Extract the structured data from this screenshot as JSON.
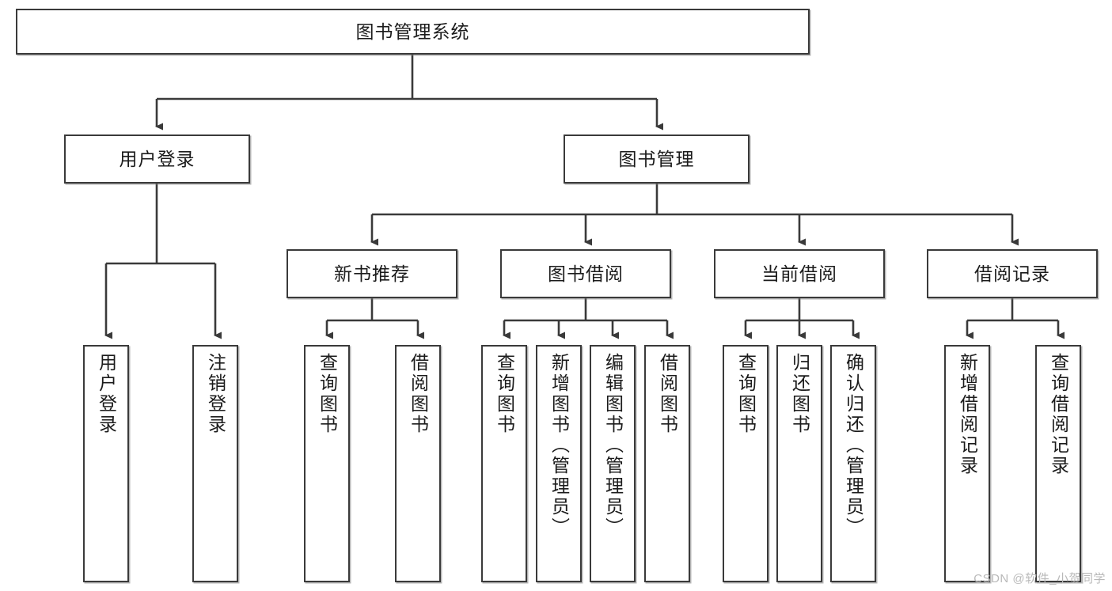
{
  "diagram": {
    "title": "图书管理系统",
    "watermark": "CSDN @软件_小贺同学",
    "line_color": "#3a3a3a",
    "box_fill": "#ffffff",
    "text_color": "#1b1b1b",
    "nodes": {
      "root": {
        "label": "图书管理系统"
      },
      "user_login": {
        "label": "用户登录"
      },
      "book_manage": {
        "label": "图书管理"
      },
      "new_book_rec": {
        "label": "新书推荐"
      },
      "book_borrow": {
        "label": "图书借阅"
      },
      "current_borrow": {
        "label": "当前借阅"
      },
      "borrow_record": {
        "label": "借阅记录"
      },
      "leaf_user_login": {
        "label": "用户登录"
      },
      "leaf_logout": {
        "label": "注销登录"
      },
      "leaf_query_book_1": {
        "label": "查询图书"
      },
      "leaf_borrow_book_1": {
        "label": "借阅图书"
      },
      "leaf_query_book_2": {
        "label": "查询图书"
      },
      "leaf_add_book": {
        "label": "新增图书（管理员）"
      },
      "leaf_edit_book": {
        "label": "编辑图书（管理员）"
      },
      "leaf_borrow_book_2": {
        "label": "借阅图书"
      },
      "leaf_query_book_3": {
        "label": "查询图书"
      },
      "leaf_return_book": {
        "label": "归还图书"
      },
      "leaf_confirm_return": {
        "label": "确认归还（管理员）"
      },
      "leaf_add_record": {
        "label": "新增借阅记录"
      },
      "leaf_query_record": {
        "label": "查询借阅记录"
      }
    }
  },
  "chart_data": {
    "type": "diagram",
    "subtype": "tree-hierarchy",
    "title": "图书管理系统",
    "orientation": "top-down",
    "tree": {
      "label": "图书管理系统",
      "children": [
        {
          "label": "用户登录",
          "children": [
            {
              "label": "用户登录"
            },
            {
              "label": "注销登录"
            }
          ]
        },
        {
          "label": "图书管理",
          "children": [
            {
              "label": "新书推荐",
              "children": [
                {
                  "label": "查询图书"
                },
                {
                  "label": "借阅图书"
                }
              ]
            },
            {
              "label": "图书借阅",
              "children": [
                {
                  "label": "查询图书"
                },
                {
                  "label": "新增图书（管理员）"
                },
                {
                  "label": "编辑图书（管理员）"
                },
                {
                  "label": "借阅图书"
                }
              ]
            },
            {
              "label": "当前借阅",
              "children": [
                {
                  "label": "查询图书"
                },
                {
                  "label": "归还图书"
                },
                {
                  "label": "确认归还（管理员）"
                }
              ]
            },
            {
              "label": "借阅记录",
              "children": [
                {
                  "label": "新增借阅记录"
                },
                {
                  "label": "查询借阅记录"
                }
              ]
            }
          ]
        }
      ]
    },
    "levels": 4,
    "node_count": 20,
    "edge_style": "orthogonal-with-arrowheads"
  }
}
